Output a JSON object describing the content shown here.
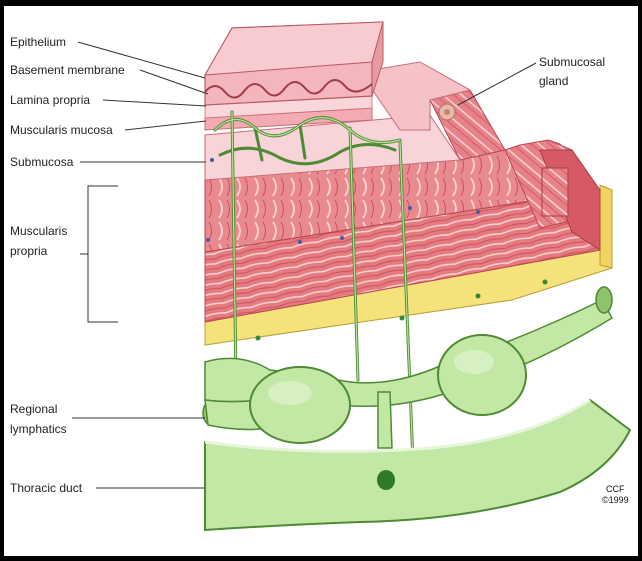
{
  "labels": {
    "epithelium": "Epithelium",
    "basement_membrane": "Basement membrane",
    "lamina_propria": "Lamina propria",
    "muscularis_mucosa": "Muscularis mucosa",
    "submucosa": "Submucosa",
    "muscularis_propria_line1": "Muscularis",
    "muscularis_propria_line2": "propria",
    "regional_lymphatics_line1": "Regional",
    "regional_lymphatics_line2": "lymphatics",
    "thoracic_duct": "Thoracic duct",
    "submucosal_gland_line1": "Submucosal",
    "submucosal_gland_line2": "gland"
  },
  "credit": {
    "line1": "CCF",
    "line2": "©1999"
  },
  "colors": {
    "epithelium": "#f4b6bd",
    "mucosa": "#f7c9cf",
    "muscle": "#e06c72",
    "muscle_dark": "#c94a55",
    "adventitia": "#f6e27a",
    "lymph": "#b9e29a",
    "lymph_dark": "#5f9a3c"
  }
}
